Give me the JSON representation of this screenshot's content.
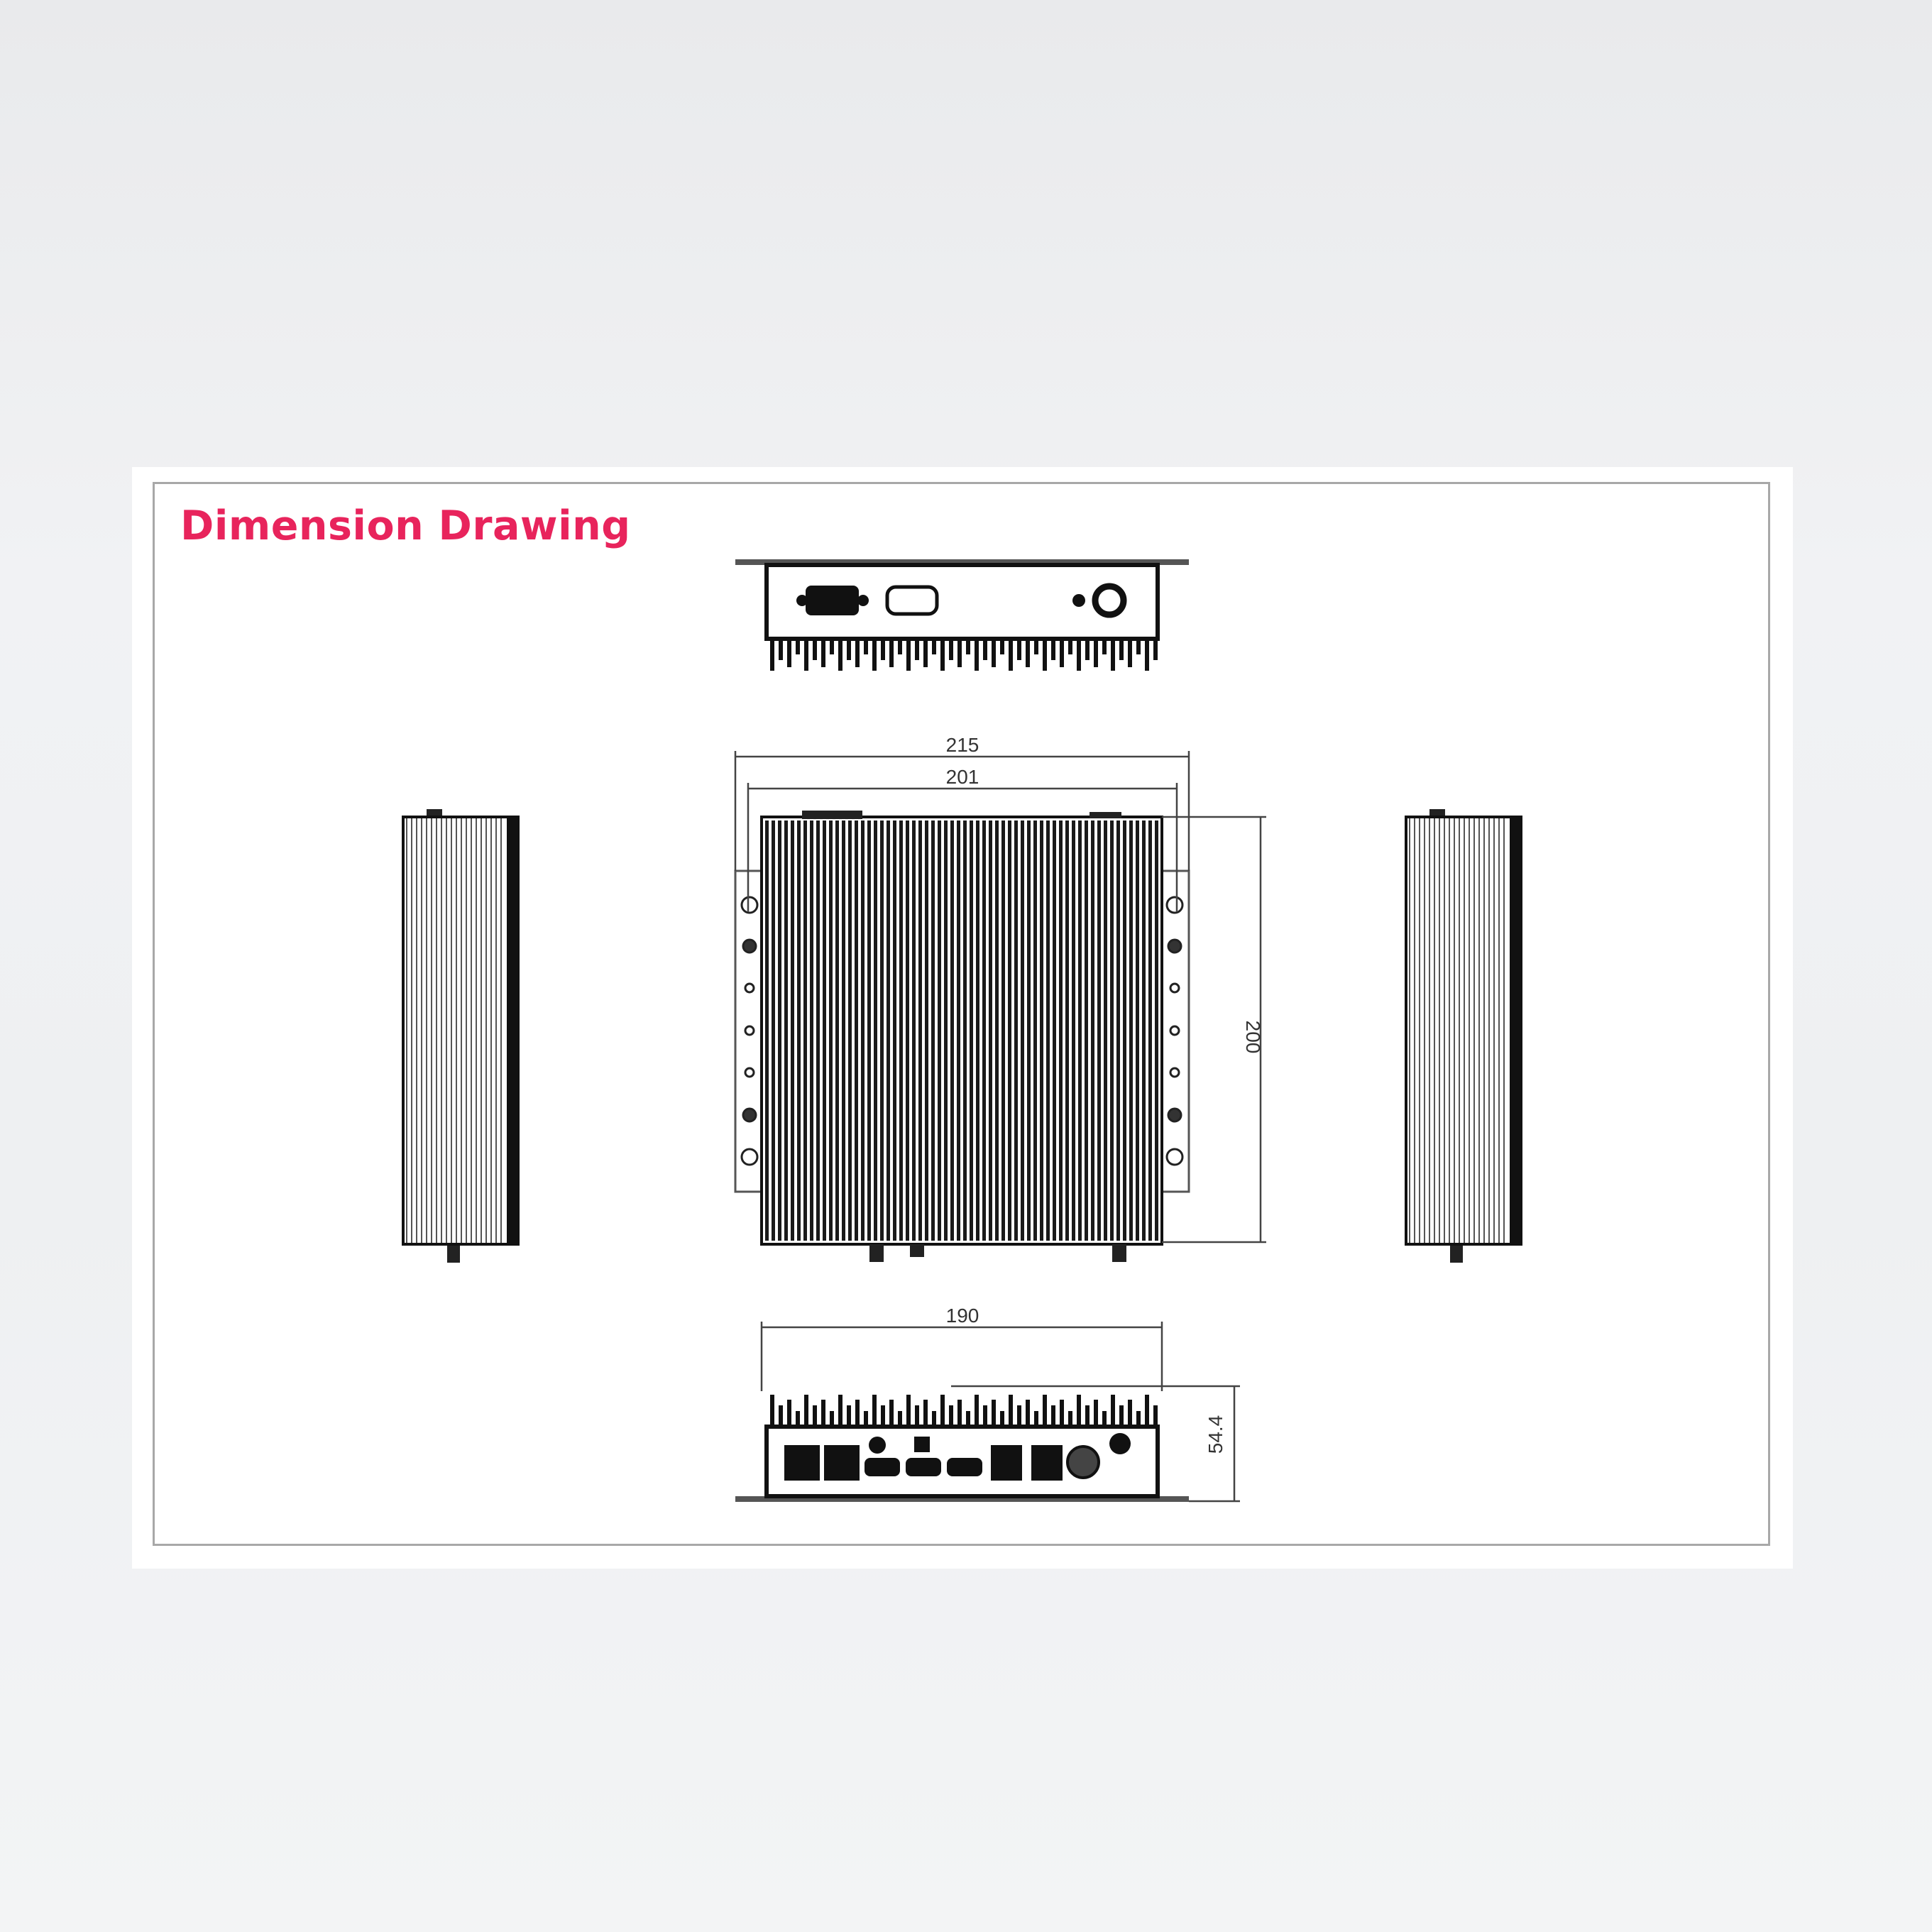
{
  "title": "Dimension Drawing",
  "accent_color": "#e8245c",
  "dimensions": {
    "width_overall": "215",
    "width_mount": "201",
    "depth": "200",
    "width_body": "190",
    "height": "54.4"
  },
  "views": [
    "top-rear-view",
    "front-plan-view",
    "left-side-view",
    "right-side-view",
    "bottom-io-view"
  ]
}
